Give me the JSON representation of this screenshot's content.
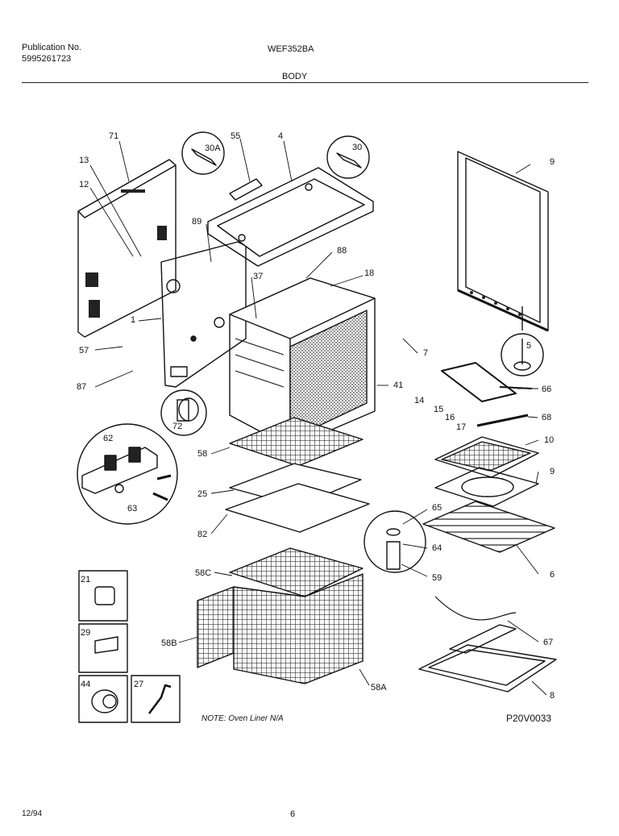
{
  "header": {
    "publication_label": "Publication No.",
    "publication_number": "5995261723",
    "model": "WEF352BA",
    "section": "BODY"
  },
  "callouts": {
    "c71": "71",
    "c13": "13",
    "c12": "12",
    "c55": "55",
    "c4": "4",
    "c30a": "30A",
    "c30": "30",
    "c9a": "9",
    "c89": "89",
    "c88": "88",
    "c18": "18",
    "c37": "37",
    "c1": "1",
    "c57": "57",
    "c87": "87",
    "c5": "5",
    "c7": "7",
    "c41": "41",
    "c66": "66",
    "c14": "14",
    "c15": "15",
    "c16": "16",
    "c17": "17",
    "c68": "68",
    "c72": "72",
    "c62": "62",
    "c58": "58",
    "c10": "10",
    "c9b": "9",
    "c25": "25",
    "c63": "63",
    "c65": "65",
    "c82": "82",
    "c64": "64",
    "c58c": "58C",
    "c59": "59",
    "c6": "6",
    "c21": "21",
    "c29": "29",
    "c58b": "58B",
    "c67": "67",
    "c44": "44",
    "c27": "27",
    "c58a": "58A",
    "c8": "8"
  },
  "note": "NOTE: Oven Liner N/A",
  "drawing_number": "P20V0033",
  "footer": {
    "date": "12/94",
    "page": "6"
  }
}
